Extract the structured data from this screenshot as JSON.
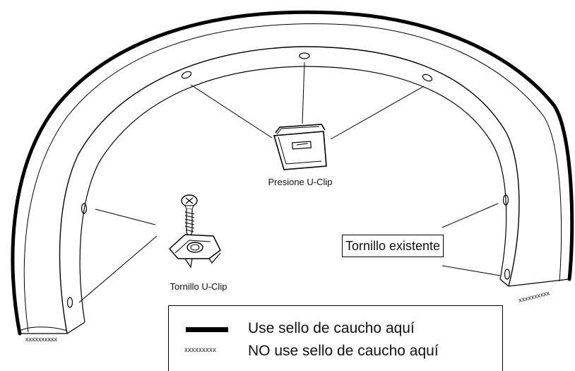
{
  "labels": {
    "presione": "Presione U-Clip",
    "tornillo_uclip": "Tornillo U-Clip",
    "tornillo_existente": "Tornillo existente",
    "xmarks_left": "xxxxxxxxxx",
    "xmarks_right": "xxxxxxxxxx"
  },
  "legend": {
    "seal_label": "Use sello de caucho aquí",
    "no_seal_symbol": "xxxxxxxxx",
    "no_seal_label": "NO use sello de caucho aquí"
  }
}
